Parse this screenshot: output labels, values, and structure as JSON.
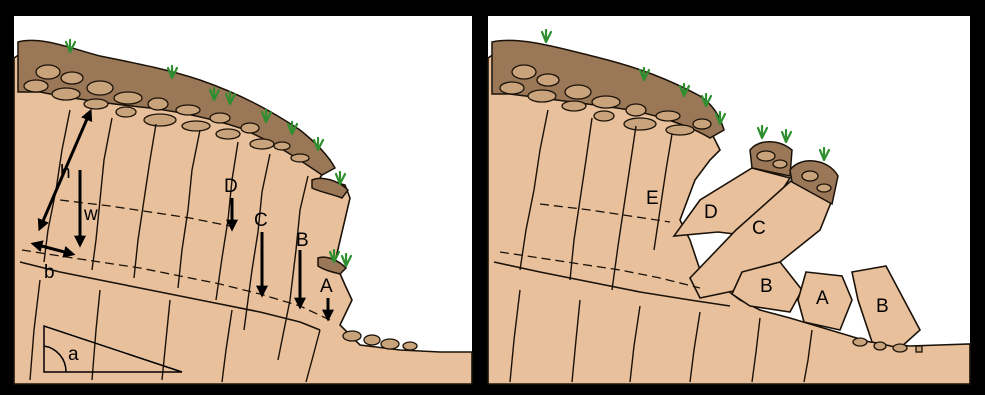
{
  "colors": {
    "rock": "#e8c09c",
    "soil": "#9a7757",
    "stone": "#c9a37b",
    "grass": "#2f8f2f",
    "frame": "#000000",
    "sky": "#ffffff"
  },
  "left_panel": {
    "labels": {
      "h": "h",
      "w": "w",
      "b": "b",
      "a": "a",
      "A": "A",
      "B": "B",
      "C": "C",
      "D": "D"
    }
  },
  "right_panel": {
    "labels": {
      "E": "E",
      "D": "D",
      "C": "C",
      "B1": "B",
      "A": "A",
      "B2": "B"
    }
  }
}
